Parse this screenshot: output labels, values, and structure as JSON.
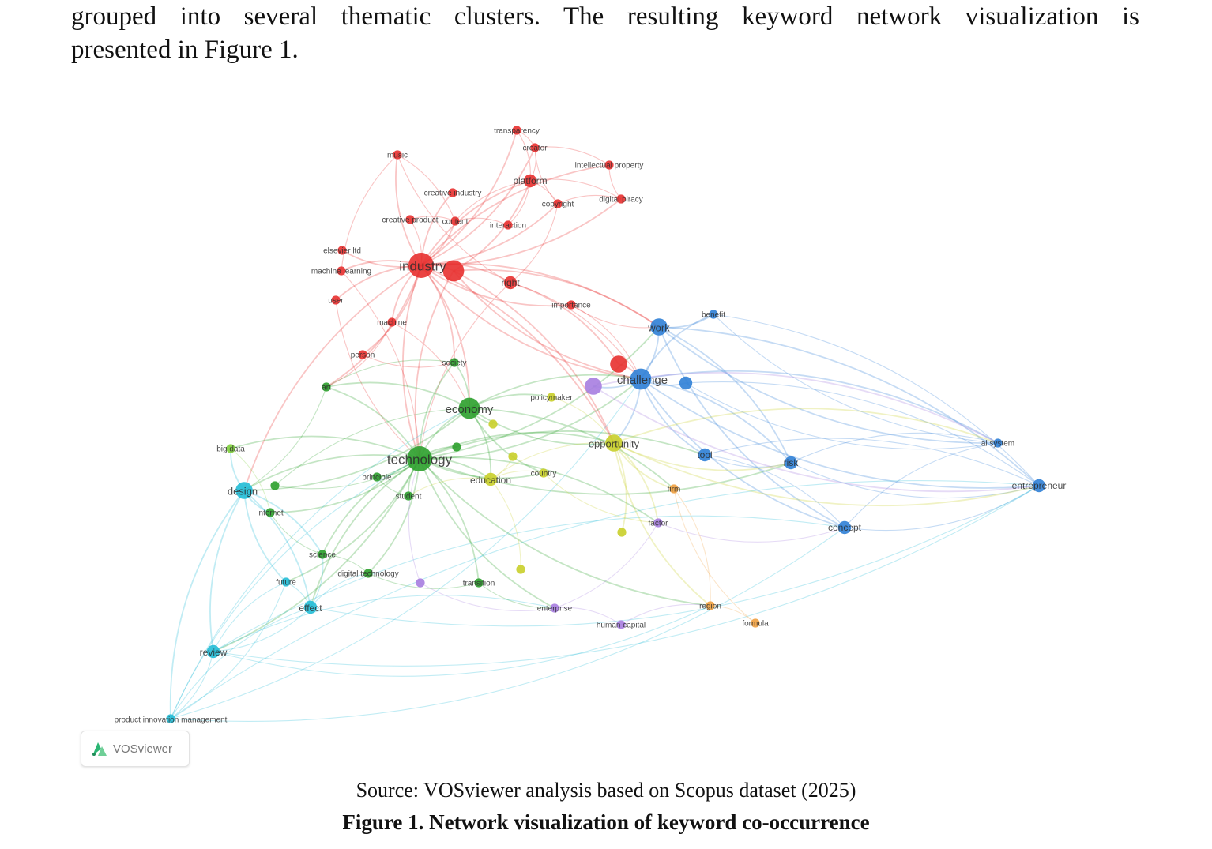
{
  "paragraph": {
    "line1": "grouped into several thematic clusters. The resulting keyword network visualization is",
    "line2": "presented in Figure 1."
  },
  "logo": {
    "text": "VOSviewer",
    "icon": "vosviewer-logo-icon"
  },
  "source": "Source: VOSviewer analysis based on Scopus dataset (2025)",
  "caption": "Figure 1. Network visualization of keyword co-occurrence",
  "colors": {
    "red": "#e8302f",
    "green": "#2ca02c",
    "blue": "#2f7fd6",
    "cyan": "#22bcd6",
    "yellow": "#c9cf2a",
    "purple": "#a77de0",
    "orange": "#f0a040",
    "lime": "#7ecf3c"
  },
  "nodes": [
    {
      "id": "transparency",
      "label": "transparency",
      "cluster": "red",
      "weight": 1
    },
    {
      "id": "creator",
      "label": "creator",
      "cluster": "red",
      "weight": 1
    },
    {
      "id": "music",
      "label": "music",
      "cluster": "red",
      "weight": 1
    },
    {
      "id": "intellectual_property",
      "label": "intellectual property",
      "cluster": "red",
      "weight": 1
    },
    {
      "id": "platform",
      "label": "platform",
      "cluster": "red",
      "weight": 2
    },
    {
      "id": "creative_industry",
      "label": "creative industry",
      "cluster": "red",
      "weight": 1
    },
    {
      "id": "copyright",
      "label": "copyright",
      "cluster": "red",
      "weight": 1
    },
    {
      "id": "digital_piracy",
      "label": "digital piracy",
      "cluster": "red",
      "weight": 1
    },
    {
      "id": "creative_product",
      "label": "creative product",
      "cluster": "red",
      "weight": 1
    },
    {
      "id": "content",
      "label": "content",
      "cluster": "red",
      "weight": 1
    },
    {
      "id": "interaction",
      "label": "interaction",
      "cluster": "red",
      "weight": 1
    },
    {
      "id": "elsevier_ltd",
      "label": "elsevier ltd",
      "cluster": "red",
      "weight": 1
    },
    {
      "id": "industry",
      "label": "industry",
      "cluster": "red",
      "weight": 5
    },
    {
      "id": "machine_learning",
      "label": "machine learning",
      "cluster": "red",
      "weight": 1
    },
    {
      "id": "right",
      "label": "right",
      "cluster": "red",
      "weight": 2
    },
    {
      "id": "user",
      "label": "user",
      "cluster": "red",
      "weight": 1
    },
    {
      "id": "importance",
      "label": "importance",
      "cluster": "red",
      "weight": 1
    },
    {
      "id": "machine",
      "label": "machine",
      "cluster": "red",
      "weight": 1
    },
    {
      "id": "person",
      "label": "person",
      "cluster": "red",
      "weight": 1
    },
    {
      "id": "work",
      "label": "work",
      "cluster": "blue",
      "weight": 3
    },
    {
      "id": "benefit",
      "label": "benefit",
      "cluster": "blue",
      "weight": 1
    },
    {
      "id": "society",
      "label": "society",
      "cluster": "green",
      "weight": 1
    },
    {
      "id": "art",
      "label": "art",
      "cluster": "green",
      "weight": 1
    },
    {
      "id": "challenge",
      "label": "challenge",
      "cluster": "blue",
      "weight": 4
    },
    {
      "id": "policymaker",
      "label": "policymaker",
      "cluster": "yellow",
      "weight": 1
    },
    {
      "id": "economy",
      "label": "economy",
      "cluster": "green",
      "weight": 4
    },
    {
      "id": "opportunity",
      "label": "opportunity",
      "cluster": "yellow",
      "weight": 3
    },
    {
      "id": "ai_system",
      "label": "ai system",
      "cluster": "blue",
      "weight": 1
    },
    {
      "id": "big_data",
      "label": "big data",
      "cluster": "lime",
      "weight": 1
    },
    {
      "id": "technology",
      "label": "technology",
      "cluster": "green",
      "weight": 5
    },
    {
      "id": "tool",
      "label": "tool",
      "cluster": "blue",
      "weight": 2
    },
    {
      "id": "risk",
      "label": "risk",
      "cluster": "blue",
      "weight": 2
    },
    {
      "id": "entrepreneur",
      "label": "entrepreneur",
      "cluster": "blue",
      "weight": 2
    },
    {
      "id": "country",
      "label": "country",
      "cluster": "yellow",
      "weight": 1
    },
    {
      "id": "principle",
      "label": "principle",
      "cluster": "green",
      "weight": 1
    },
    {
      "id": "education",
      "label": "education",
      "cluster": "yellow",
      "weight": 2
    },
    {
      "id": "design",
      "label": "design",
      "cluster": "cyan",
      "weight": 3
    },
    {
      "id": "student",
      "label": "student",
      "cluster": "green",
      "weight": 1
    },
    {
      "id": "firm",
      "label": "firm",
      "cluster": "orange",
      "weight": 1
    },
    {
      "id": "internet",
      "label": "internet",
      "cluster": "green",
      "weight": 1
    },
    {
      "id": "factor",
      "label": "factor",
      "cluster": "purple",
      "weight": 1
    },
    {
      "id": "concept",
      "label": "concept",
      "cluster": "blue",
      "weight": 2
    },
    {
      "id": "science",
      "label": "science",
      "cluster": "green",
      "weight": 1
    },
    {
      "id": "digital_technology",
      "label": "digital technology",
      "cluster": "green",
      "weight": 1
    },
    {
      "id": "future",
      "label": "future",
      "cluster": "cyan",
      "weight": 1
    },
    {
      "id": "transition",
      "label": "transition",
      "cluster": "green",
      "weight": 1
    },
    {
      "id": "effect",
      "label": "effect",
      "cluster": "cyan",
      "weight": 2
    },
    {
      "id": "enterprise",
      "label": "enterprise",
      "cluster": "purple",
      "weight": 1
    },
    {
      "id": "region",
      "label": "region",
      "cluster": "orange",
      "weight": 1
    },
    {
      "id": "human_capital",
      "label": "human capital",
      "cluster": "purple",
      "weight": 1
    },
    {
      "id": "formula",
      "label": "formula",
      "cluster": "orange",
      "weight": 1
    },
    {
      "id": "review",
      "label": "review",
      "cluster": "cyan",
      "weight": 2
    },
    {
      "id": "product_innovation_management",
      "label": "product innovation management",
      "cluster": "cyan",
      "weight": 1
    },
    {
      "id": "u1",
      "label": "",
      "cluster": "red",
      "weight": 4
    },
    {
      "id": "u2",
      "label": "",
      "cluster": "red",
      "weight": 3
    },
    {
      "id": "u3",
      "label": "",
      "cluster": "purple",
      "weight": 3
    },
    {
      "id": "u4",
      "label": "",
      "cluster": "blue",
      "weight": 2
    },
    {
      "id": "u5",
      "label": "",
      "cluster": "yellow",
      "weight": 1
    },
    {
      "id": "u6",
      "label": "",
      "cluster": "green",
      "weight": 1
    },
    {
      "id": "u7",
      "label": "",
      "cluster": "yellow",
      "weight": 1
    },
    {
      "id": "u8",
      "label": "",
      "cluster": "yellow",
      "weight": 1
    },
    {
      "id": "u9",
      "label": "",
      "cluster": "yellow",
      "weight": 1
    },
    {
      "id": "u10",
      "label": "",
      "cluster": "purple",
      "weight": 1
    },
    {
      "id": "u11",
      "label": "",
      "cluster": "green",
      "weight": 1
    }
  ],
  "links": [
    [
      "industry",
      "platform"
    ],
    [
      "industry",
      "content"
    ],
    [
      "industry",
      "creative_industry"
    ],
    [
      "industry",
      "creator"
    ],
    [
      "industry",
      "music"
    ],
    [
      "industry",
      "copyright"
    ],
    [
      "industry",
      "right"
    ],
    [
      "industry",
      "machine"
    ],
    [
      "industry",
      "person"
    ],
    [
      "industry",
      "user"
    ],
    [
      "industry",
      "elsevier_ltd"
    ],
    [
      "industry",
      "machine_learning"
    ],
    [
      "industry",
      "society"
    ],
    [
      "industry",
      "technology"
    ],
    [
      "industry",
      "economy"
    ],
    [
      "industry",
      "challenge"
    ],
    [
      "industry",
      "work"
    ],
    [
      "industry",
      "importance"
    ],
    [
      "industry",
      "art"
    ],
    [
      "industry",
      "design"
    ],
    [
      "industry",
      "opportunity"
    ],
    [
      "industry",
      "digital_piracy"
    ],
    [
      "industry",
      "intellectual_property"
    ],
    [
      "industry",
      "transparency"
    ],
    [
      "industry",
      "u1"
    ],
    [
      "platform",
      "creator"
    ],
    [
      "platform",
      "copyright"
    ],
    [
      "platform",
      "transparency"
    ],
    [
      "platform",
      "digital_piracy"
    ],
    [
      "platform",
      "content"
    ],
    [
      "creator",
      "intellectual_property"
    ],
    [
      "creator",
      "transparency"
    ],
    [
      "copyright",
      "digital_piracy"
    ],
    [
      "content",
      "creative_product"
    ],
    [
      "content",
      "interaction"
    ],
    [
      "right",
      "copyright"
    ],
    [
      "right",
      "challenge"
    ],
    [
      "right",
      "technology"
    ],
    [
      "music",
      "content"
    ],
    [
      "music",
      "right"
    ],
    [
      "machine_learning",
      "technology"
    ],
    [
      "user",
      "technology"
    ],
    [
      "machine",
      "economy"
    ],
    [
      "importance",
      "work"
    ],
    [
      "importance",
      "challenge"
    ],
    [
      "u1",
      "challenge"
    ],
    [
      "u1",
      "work"
    ],
    [
      "u1",
      "technology"
    ],
    [
      "u1",
      "opportunity"
    ],
    [
      "u1",
      "platform"
    ],
    [
      "technology",
      "economy"
    ],
    [
      "technology",
      "design"
    ],
    [
      "technology",
      "education"
    ],
    [
      "technology",
      "student"
    ],
    [
      "technology",
      "principle"
    ],
    [
      "technology",
      "big_data"
    ],
    [
      "technology",
      "internet"
    ],
    [
      "technology",
      "science"
    ],
    [
      "technology",
      "digital_technology"
    ],
    [
      "technology",
      "effect"
    ],
    [
      "technology",
      "review"
    ],
    [
      "technology",
      "challenge"
    ],
    [
      "technology",
      "opportunity"
    ],
    [
      "technology",
      "country"
    ],
    [
      "technology",
      "society"
    ],
    [
      "technology",
      "art"
    ],
    [
      "technology",
      "transition"
    ],
    [
      "technology",
      "enterprise"
    ],
    [
      "technology",
      "tool"
    ],
    [
      "technology",
      "risk"
    ],
    [
      "technology",
      "future"
    ],
    [
      "technology",
      "work"
    ],
    [
      "technology",
      "factor"
    ],
    [
      "technology",
      "region"
    ],
    [
      "technology",
      "u6"
    ],
    [
      "economy",
      "society"
    ],
    [
      "economy",
      "policymaker"
    ],
    [
      "economy",
      "opportunity"
    ],
    [
      "economy",
      "challenge"
    ],
    [
      "economy",
      "country"
    ],
    [
      "economy",
      "education"
    ],
    [
      "economy",
      "art"
    ],
    [
      "economy",
      "design"
    ],
    [
      "economy",
      "u5"
    ],
    [
      "economy",
      "firm"
    ],
    [
      "challenge",
      "work"
    ],
    [
      "challenge",
      "benefit"
    ],
    [
      "challenge",
      "tool"
    ],
    [
      "challenge",
      "risk"
    ],
    [
      "challenge",
      "entrepreneur"
    ],
    [
      "challenge",
      "ai_system"
    ],
    [
      "challenge",
      "concept"
    ],
    [
      "challenge",
      "opportunity"
    ],
    [
      "challenge",
      "u4"
    ],
    [
      "challenge",
      "u3"
    ],
    [
      "work",
      "benefit"
    ],
    [
      "work",
      "entrepreneur"
    ],
    [
      "work",
      "ai_system"
    ],
    [
      "work",
      "risk"
    ],
    [
      "work",
      "concept"
    ],
    [
      "benefit",
      "entrepreneur"
    ],
    [
      "benefit",
      "ai_system"
    ],
    [
      "u4",
      "entrepreneur"
    ],
    [
      "u4",
      "ai_system"
    ],
    [
      "tool",
      "entrepreneur"
    ],
    [
      "risk",
      "entrepreneur"
    ],
    [
      "risk",
      "ai_system"
    ],
    [
      "concept",
      "entrepreneur"
    ],
    [
      "concept",
      "ai_system"
    ],
    [
      "tool",
      "risk"
    ],
    [
      "tool",
      "concept"
    ],
    [
      "opportunity",
      "entrepreneur"
    ],
    [
      "opportunity",
      "ai_system"
    ],
    [
      "u3",
      "entrepreneur"
    ],
    [
      "u3",
      "ai_system"
    ],
    [
      "design",
      "review"
    ],
    [
      "design",
      "effect"
    ],
    [
      "design",
      "future"
    ],
    [
      "design",
      "science"
    ],
    [
      "design",
      "internet"
    ],
    [
      "design",
      "big_data"
    ],
    [
      "design",
      "product_innovation_management"
    ],
    [
      "review",
      "product_innovation_management"
    ],
    [
      "effect",
      "product_innovation_management"
    ],
    [
      "future",
      "product_innovation_management"
    ],
    [
      "review",
      "effect"
    ],
    [
      "review",
      "future"
    ],
    [
      "effect",
      "science"
    ],
    [
      "effect",
      "digital_technology"
    ],
    [
      "effect",
      "future"
    ],
    [
      "product_innovation_management",
      "technology"
    ],
    [
      "product_innovation_management",
      "challenge"
    ],
    [
      "product_innovation_management",
      "entrepreneur"
    ],
    [
      "product_innovation_management",
      "concept"
    ],
    [
      "product_innovation_management",
      "economy"
    ],
    [
      "review",
      "entrepreneur"
    ],
    [
      "review",
      "concept"
    ],
    [
      "review",
      "region"
    ],
    [
      "review",
      "enterprise"
    ],
    [
      "effect",
      "entrepreneur"
    ],
    [
      "education",
      "country"
    ],
    [
      "education",
      "student"
    ],
    [
      "education",
      "opportunity"
    ],
    [
      "education",
      "u7"
    ],
    [
      "education",
      "u8"
    ],
    [
      "opportunity",
      "firm"
    ],
    [
      "opportunity",
      "factor"
    ],
    [
      "opportunity",
      "region"
    ],
    [
      "opportunity",
      "u9"
    ],
    [
      "opportunity",
      "risk"
    ],
    [
      "enterprise",
      "human_capital"
    ],
    [
      "enterprise",
      "factor"
    ],
    [
      "region",
      "formula"
    ],
    [
      "region",
      "firm"
    ],
    [
      "human_capital",
      "region"
    ],
    [
      "factor",
      "concept"
    ],
    [
      "formula",
      "firm"
    ],
    [
      "u10",
      "enterprise"
    ],
    [
      "u10",
      "technology"
    ],
    [
      "transition",
      "enterprise"
    ],
    [
      "transition",
      "digital_technology"
    ],
    [
      "country",
      "factor"
    ],
    [
      "policymaker",
      "opportunity"
    ],
    [
      "u2",
      "right"
    ],
    [
      "u2",
      "challenge"
    ],
    [
      "society",
      "art"
    ],
    [
      "art",
      "design"
    ],
    [
      "u11",
      "technology"
    ],
    [
      "u11",
      "economy"
    ],
    [
      "principle",
      "student"
    ],
    [
      "science",
      "digital_technology"
    ],
    [
      "internet",
      "science"
    ],
    [
      "big_data",
      "internet"
    ],
    [
      "person",
      "society"
    ],
    [
      "machine",
      "art"
    ],
    [
      "music",
      "machine_learning"
    ],
    [
      "creative_product",
      "industry"
    ],
    [
      "interaction",
      "platform"
    ],
    [
      "copyright",
      "creator"
    ],
    [
      "intellectual_property",
      "digital_piracy"
    ]
  ]
}
